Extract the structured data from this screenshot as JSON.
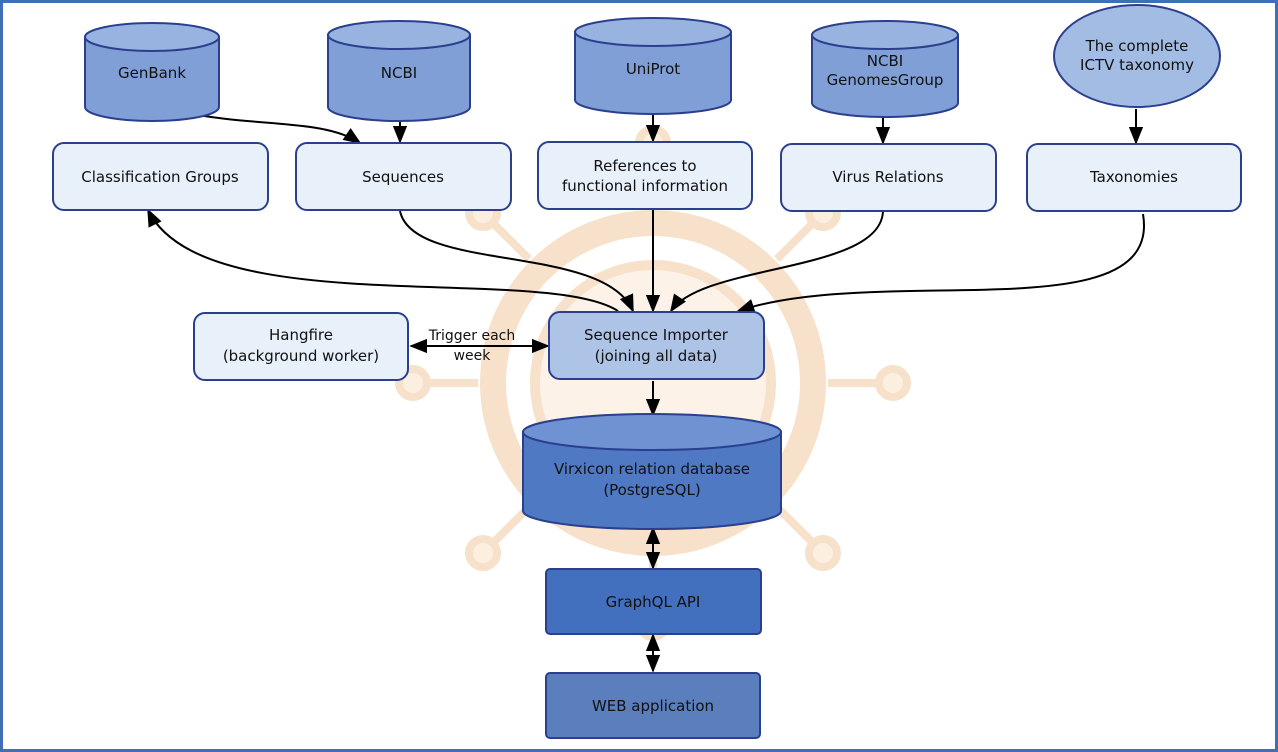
{
  "sources": {
    "genbank": "GenBank",
    "ncbi": "NCBI",
    "uniprot": "UniProt",
    "genomes_line1": "NCBI",
    "genomes_line2": "GenomesGroup",
    "ictv_line1": "The complete",
    "ictv_line2": "ICTV taxonomy"
  },
  "data_groups": {
    "classification": "Classification Groups",
    "sequences": "Sequences",
    "references_line1": "References to",
    "references_line2": "functional information",
    "virus_relations": "Virus Relations",
    "taxonomies": "Taxonomies"
  },
  "hangfire": {
    "line1": "Hangfire",
    "line2": "(background worker)"
  },
  "trigger": {
    "line1": "Trigger each",
    "line2": "week"
  },
  "importer": {
    "line1": "Sequence Importer",
    "line2": "(joining all data)"
  },
  "database": {
    "line1": "Virxicon relation database",
    "line2": "(PostgreSQL)"
  },
  "api": "GraphQL API",
  "web": "WEB application",
  "colors": {
    "frame": "#3f6fb5",
    "stroke": "#2b3f8f",
    "source_fill": "#7f9fd6",
    "group_fill": "#e8f0fa",
    "importer_fill": "#aec4e6",
    "database_fill": "#4f79c3",
    "api_fill": "#4270be",
    "web_fill": "#5b7fbd",
    "watermark": "#f3c9a0"
  }
}
